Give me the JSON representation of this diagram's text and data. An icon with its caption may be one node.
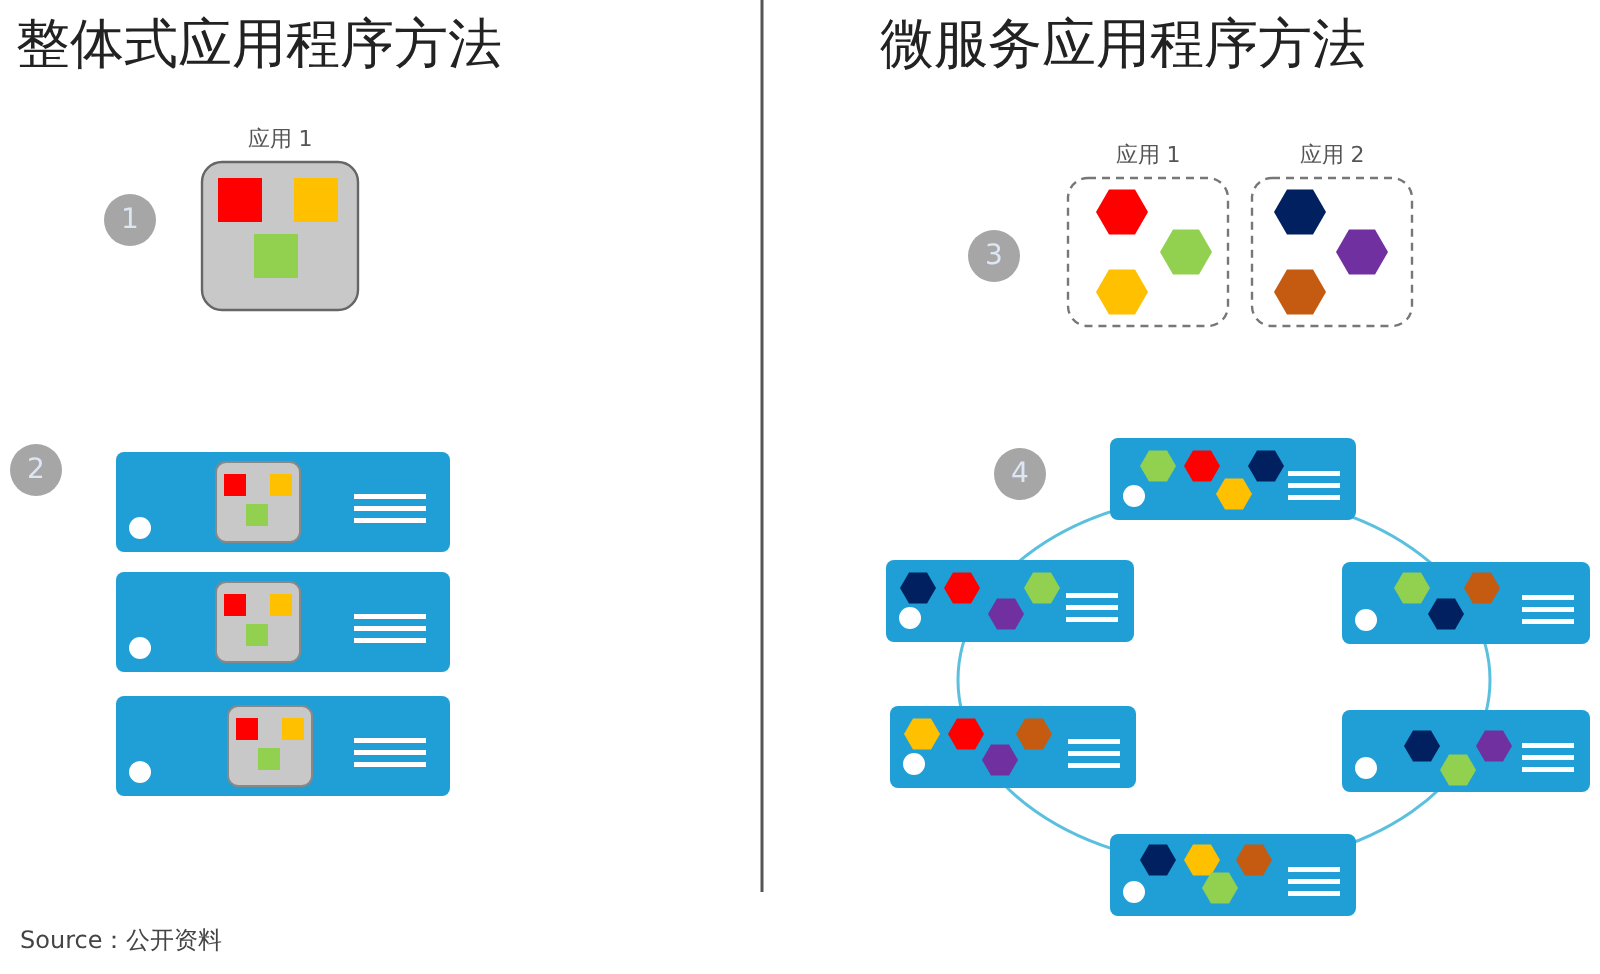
{
  "diagram": {
    "caption": "Source：公开资料",
    "nodes": [
      {
        "text": [
          "应用 1"
        ]
      },
      {
        "text": [
          "应用 1"
        ]
      },
      {
        "text": [
          "应用 2"
        ]
      }
    ],
    "labels": [
      "整体式应用程序方法",
      "微服务应用程序方法",
      "1",
      "3",
      "2",
      "4"
    ]
  }
}
